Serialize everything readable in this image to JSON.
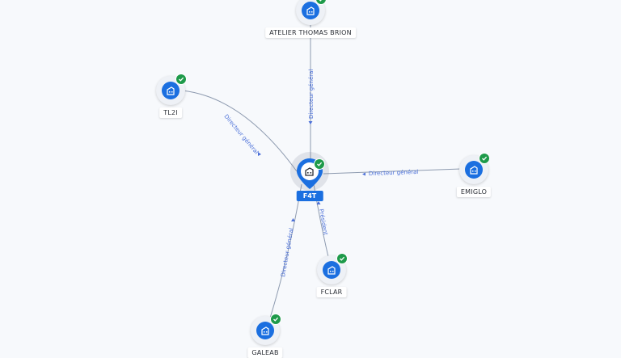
{
  "graph": {
    "center": {
      "label": "F4T",
      "icon": "company-building-icon",
      "status": "verified-check-icon"
    },
    "nodes": [
      {
        "id": "atelier",
        "label": "ATELIER THOMAS BRION",
        "icon": "company-building-icon",
        "status": "verified-check-icon"
      },
      {
        "id": "tl2i",
        "label": "TL2I",
        "icon": "company-building-icon",
        "status": "verified-check-icon"
      },
      {
        "id": "emiglo",
        "label": "EMIGLO",
        "icon": "company-building-icon",
        "status": "verified-check-icon"
      },
      {
        "id": "fclar",
        "label": "FCLAR",
        "icon": "company-building-icon",
        "status": "verified-check-icon"
      },
      {
        "id": "galeab",
        "label": "GALEAB",
        "icon": "company-building-icon",
        "status": "verified-check-icon"
      }
    ],
    "edges": [
      {
        "from": "atelier",
        "to": "center",
        "label": "Directeur général"
      },
      {
        "from": "tl2i",
        "to": "center",
        "label": "Directeur général"
      },
      {
        "from": "emiglo",
        "to": "center",
        "label": "Directeur général"
      },
      {
        "from": "fclar",
        "to": "center",
        "label": "Président"
      },
      {
        "from": "galeab",
        "to": "center",
        "label": "Directeur général"
      }
    ]
  },
  "colors": {
    "primary": "#1b6fe0",
    "verified": "#1e9a4a",
    "edge": "#8e9bb0",
    "edge_label": "#4a6fd8",
    "background": "#f7f9fc"
  }
}
